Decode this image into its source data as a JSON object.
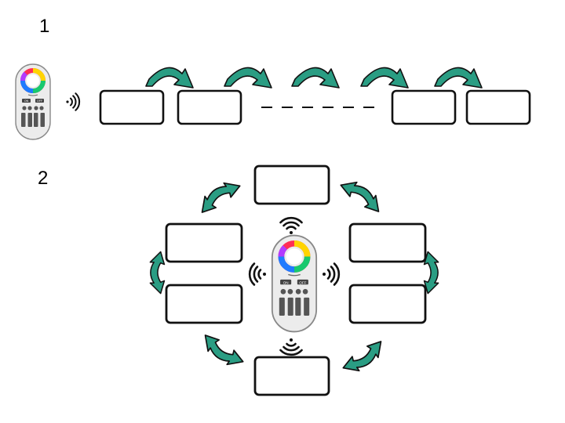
{
  "section1": {
    "label": "1"
  },
  "section2": {
    "label": "2"
  },
  "remote": {
    "on_label": "ON",
    "off_label": "OFF"
  },
  "colors": {
    "arrow": "#2a9d83",
    "arrow_outline": "#111111",
    "box_stroke": "#111111",
    "remote_body": "#eeeeee"
  }
}
